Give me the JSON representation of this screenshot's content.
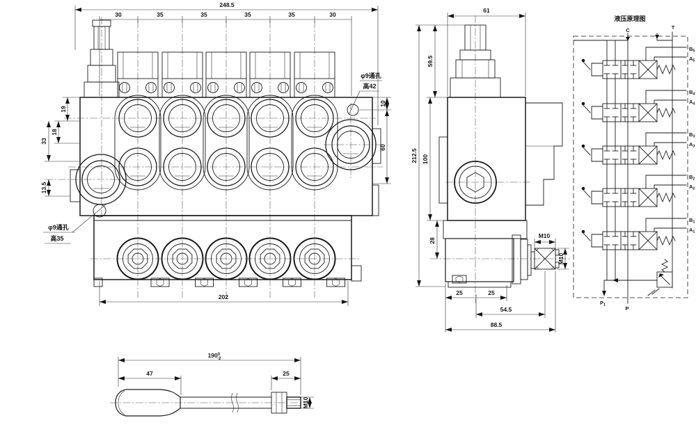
{
  "front_view": {
    "dim_total": "248.5",
    "dim_segments": [
      "30",
      "35",
      "35",
      "35",
      "35",
      "30"
    ],
    "dim_19": "19",
    "dim_18": "18",
    "dim_33": "33",
    "dim_13_5": "13.5",
    "dim_10": "10",
    "dim_60": "60",
    "dim_bottom": "202",
    "hole_top": {
      "line1": "φ9通孔",
      "line2": "高42"
    },
    "hole_bottom": {
      "line1": "φ9通孔",
      "line2": "高35"
    }
  },
  "side_view": {
    "dim_width": "61",
    "dim_59_5": "59.5",
    "dim_100": "100",
    "dim_28": "28",
    "dim_total_height": "212.5",
    "dim_25a": "25",
    "dim_25b": "25",
    "dim_54_5": "54.5",
    "dim_88_5": "88.5",
    "thread_top": "M10",
    "thread_side": "M10"
  },
  "schematic": {
    "title": "液压原理图",
    "port_c": "C",
    "port_t": "T",
    "ports_right": [
      {
        "letter": "B",
        "sub": "5"
      },
      {
        "letter": "A",
        "sub": "5"
      },
      {
        "letter": "B",
        "sub": "4"
      },
      {
        "letter": "A",
        "sub": "4"
      },
      {
        "letter": "B",
        "sub": "3"
      },
      {
        "letter": "A",
        "sub": "3"
      },
      {
        "letter": "B",
        "sub": "2"
      },
      {
        "letter": "A",
        "sub": "2"
      },
      {
        "letter": "B",
        "sub": "1"
      },
      {
        "letter": "A",
        "sub": "1"
      }
    ],
    "port_p1_letter": "P",
    "port_p1_sub": "1",
    "port_p": "P"
  },
  "handle_view": {
    "dim_total": "190",
    "tol_upper": "0",
    "tol_lower": "-2",
    "dim_grip": "47",
    "dim_thread": "25",
    "thread_size": "M10"
  }
}
